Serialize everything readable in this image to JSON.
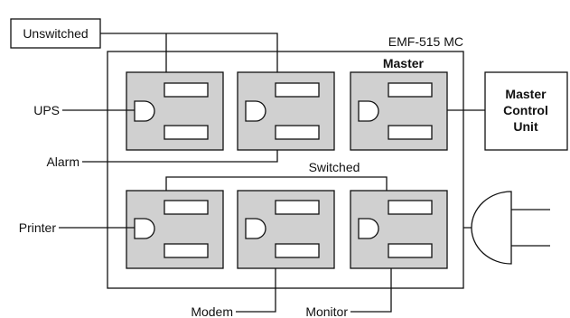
{
  "diagram": {
    "device_label": "EMF-515 MC",
    "master_label": "Master",
    "switched_label": "Switched",
    "unswitched_label": "Unswitched",
    "master_control_unit": [
      "Master",
      "Control",
      "Unit"
    ],
    "devices": {
      "ups": "UPS",
      "alarm": "Alarm",
      "printer": "Printer",
      "modem": "Modem",
      "monitor": "Monitor"
    }
  }
}
